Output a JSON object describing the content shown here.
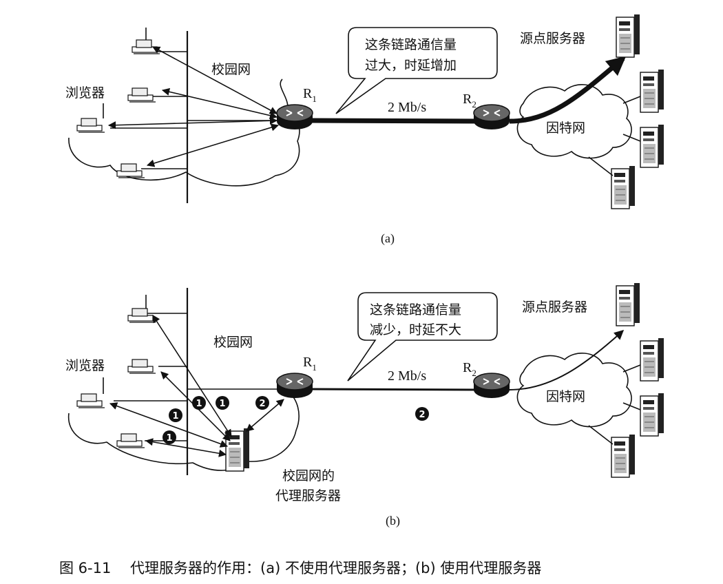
{
  "panel_a": {
    "campus_net": "校园网",
    "browsers": "浏览器",
    "r1_base": "R",
    "r1_sub": "1",
    "r2_base": "R",
    "r2_sub": "2",
    "bandwidth": "2 Mb/s",
    "callout_line1": "这条链路通信量",
    "callout_line2": "过大，时延增加",
    "origin_server": "源点服务器",
    "internet": "因特网",
    "sublabel": "(a)"
  },
  "panel_b": {
    "campus_net": "校园网",
    "browsers": "浏览器",
    "r1_base": "R",
    "r1_sub": "1",
    "r2_base": "R",
    "r2_sub": "2",
    "bandwidth": "2 Mb/s",
    "callout_line1": "这条链路通信量",
    "callout_line2": "减少，时延不大",
    "origin_server": "源点服务器",
    "internet": "因特网",
    "proxy_line1": "校园网的",
    "proxy_line2": "代理服务器",
    "step_1": "1",
    "step_2": "2",
    "sublabel": "(b)"
  },
  "caption": "图 6-11　 代理服务器的作用：(a) 不使用代理服务器；(b) 使用代理服务器",
  "colors": {
    "ink": "#111111",
    "paper": "#ffffff"
  }
}
